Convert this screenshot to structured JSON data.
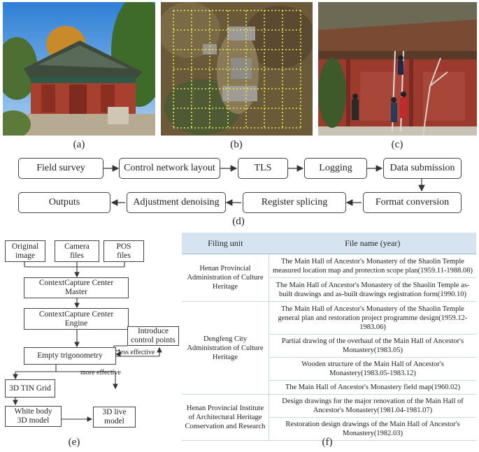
{
  "panels": {
    "a": "(a)",
    "b": "(b)",
    "c": "(c)",
    "d": "(d)",
    "e": "(e)",
    "f": "(f)"
  },
  "flow_d": {
    "row1": [
      "Field survey",
      "Control network layout",
      "TLS",
      "Logging",
      "Data submission"
    ],
    "row2": [
      "Outputs",
      "Adjustment denoising",
      "Register splicing",
      "Format conversion"
    ]
  },
  "flow_e": {
    "original": [
      "Original",
      "image"
    ],
    "camera": [
      "Camera",
      "files"
    ],
    "pos": [
      "POS",
      "files"
    ],
    "master": [
      "ContextCapture Center",
      "Master"
    ],
    "engine": [
      "ContextCapture Center",
      "Engine"
    ],
    "control": [
      "Introduce",
      "control points"
    ],
    "trig": "Empty trigonometry",
    "less": "less effective",
    "more": "more effective",
    "tin": "3D TIN Grid",
    "white": [
      "White body",
      "3D model"
    ],
    "live": [
      "3D live",
      "model"
    ]
  },
  "table_f": {
    "headers": [
      "Filing unit",
      "File name (year)"
    ],
    "groups": [
      {
        "unit": "Henan Provincial Administration of Culture Heritage",
        "files": [
          "The Main Hall of Ancestor's Monastery of the Shaolin Temple measured location map and protection scope plan(1959.11-1988.08)",
          "The Main Hall of Ancestor's Monastery of the Shaolin Temple as-built drawings and as-built drawings registration form(1990.10)"
        ]
      },
      {
        "unit": "Dengfeng City Administration of Culture Heritage",
        "files": [
          "The Main Hall of Ancestor's Monastery of the Shaolin Temple general plan and restoration project programme design(1959.12-1983.06)",
          "Partial drawing of the overhaul of the Main Hall of Ancestor's Monastery(1983.05)",
          "Wooden structure of the Main Hall of Ancestor's Monastery(1983.05-1983.12)",
          "The Main Hall of Ancestor's Monastery field map(1960.02)"
        ]
      },
      {
        "unit": "Henan Provincial Institute of Architectural Heritage Conservation and Research",
        "files": [
          "Design drawings for the major renovation of the Main Hall of Ancestor's Monastery(1981.04-1981.07)",
          "Restoration design drawings of the Main Hall of Ancestor's Monastery(1982.03)"
        ]
      }
    ]
  }
}
